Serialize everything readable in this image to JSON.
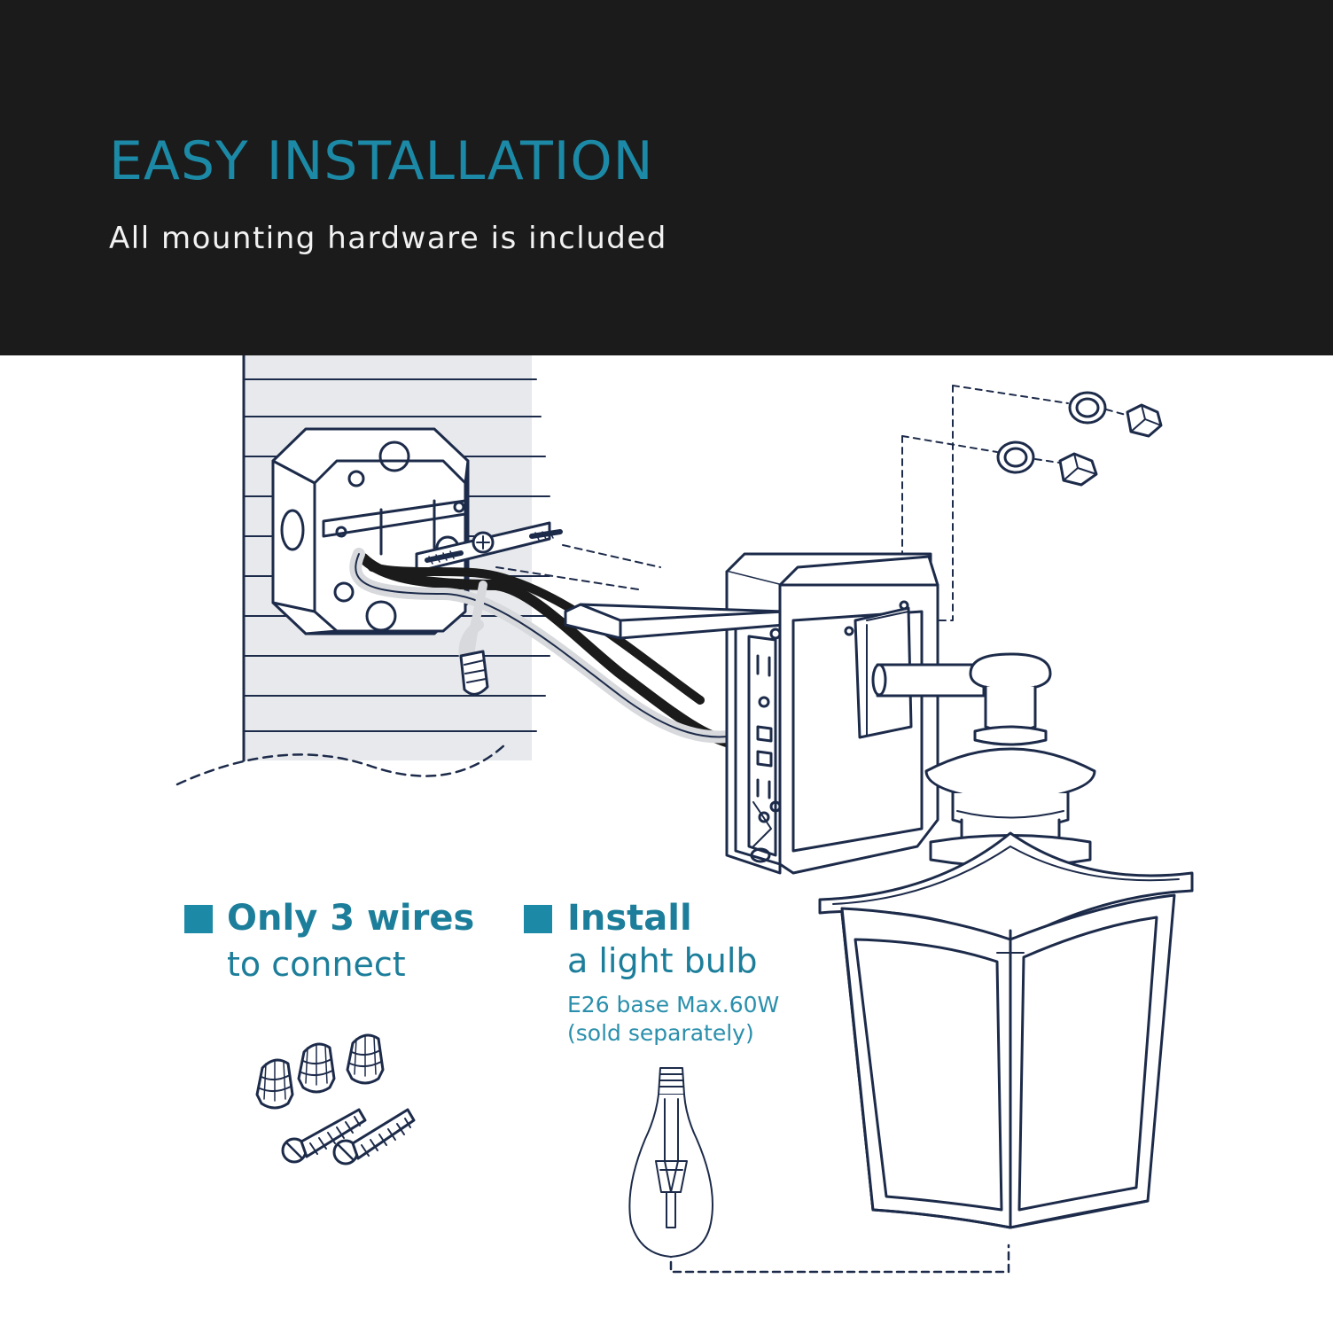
{
  "header": {
    "title": "EASY INSTALLATION",
    "subtitle": "All mounting hardware is included"
  },
  "features": [
    {
      "lead": "Only 3 wires",
      "rest": "to connect"
    },
    {
      "lead": "Install",
      "rest": "a light bulb",
      "note_line1": "E26 base Max.60W",
      "note_line2": "(sold separately)"
    }
  ],
  "colors": {
    "header_background": "#1b1b1b",
    "accent": "#1c8aa6",
    "line_art": "#1d2b4a",
    "page_background": "#ffffff"
  },
  "icons": [
    "bullet-square-icon",
    "wire-nut-icon",
    "mounting-screw-icon",
    "light-bulb-icon",
    "junction-box-icon",
    "crossbar-icon",
    "wall-lantern-icon",
    "gfci-outlet-icon",
    "hex-nut-icon",
    "washer-icon"
  ]
}
